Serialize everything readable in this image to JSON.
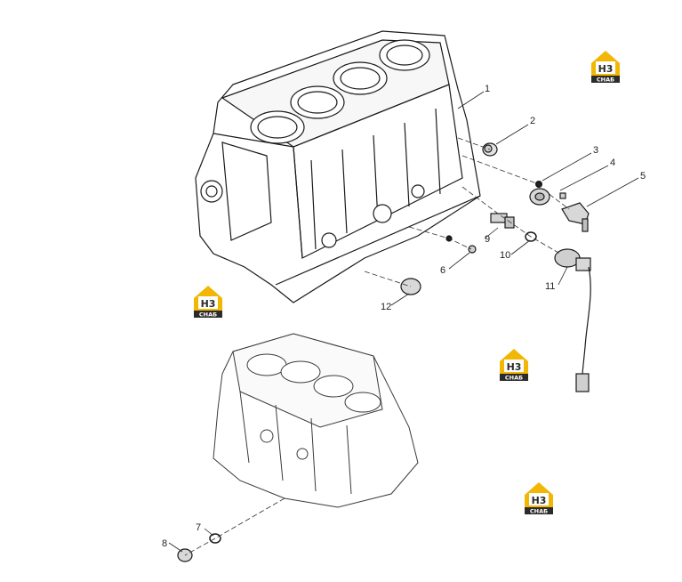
{
  "callouts": [
    {
      "id": "1",
      "text": "1"
    },
    {
      "id": "2",
      "text": "2"
    },
    {
      "id": "3",
      "text": "3"
    },
    {
      "id": "4",
      "text": "4"
    },
    {
      "id": "5",
      "text": "5"
    },
    {
      "id": "6",
      "text": "6"
    },
    {
      "id": "7",
      "text": "7"
    },
    {
      "id": "8",
      "text": "8"
    },
    {
      "id": "9",
      "text": "9"
    },
    {
      "id": "10",
      "text": "10"
    },
    {
      "id": "11",
      "text": "11"
    },
    {
      "id": "12",
      "text": "12"
    }
  ],
  "logo": {
    "letters": "H3",
    "caption": "СНАБ",
    "colors": {
      "accent": "#f2b705",
      "dark": "#2b2b2b"
    }
  }
}
